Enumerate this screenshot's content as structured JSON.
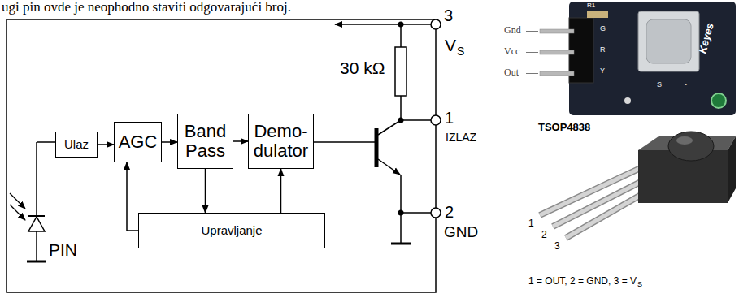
{
  "diagram": {
    "nodes": [
      {
        "text": [
          "Ulaz"
        ]
      },
      {
        "text": [
          "AGC"
        ]
      },
      {
        "text": [
          "Band Pass"
        ]
      },
      {
        "text": [
          "Demo- dulator"
        ]
      },
      {
        "text": [
          "Upravljanje"
        ]
      }
    ],
    "edges": [
      {
        "from": 0,
        "to": 1,
        "arrow": "to"
      },
      {
        "from": 1,
        "to": 2,
        "arrow": "to"
      },
      {
        "from": 2,
        "to": 3,
        "arrow": "to"
      },
      {
        "from": 2,
        "to": 4,
        "arrow": "to"
      },
      {
        "from": 4,
        "to": 1,
        "arrow": "to"
      },
      {
        "from": 4,
        "to": 3,
        "arrow": "to"
      }
    ],
    "labels": [
      "ugi pin ovde je neophodno staviti odgovarajući broj.",
      "30 kΩ",
      "3",
      "V",
      "S",
      "1",
      "IZLAZ",
      "2",
      "GND",
      "PIN",
      "Gnd",
      "Vcc",
      "Out",
      "R1",
      "G",
      "R",
      "Y",
      "S",
      "-",
      "Keyes",
      "TSOP4838",
      "1",
      "2",
      "3",
      "1 = OUT, 2 = GND, 3 = V",
      "S"
    ]
  }
}
